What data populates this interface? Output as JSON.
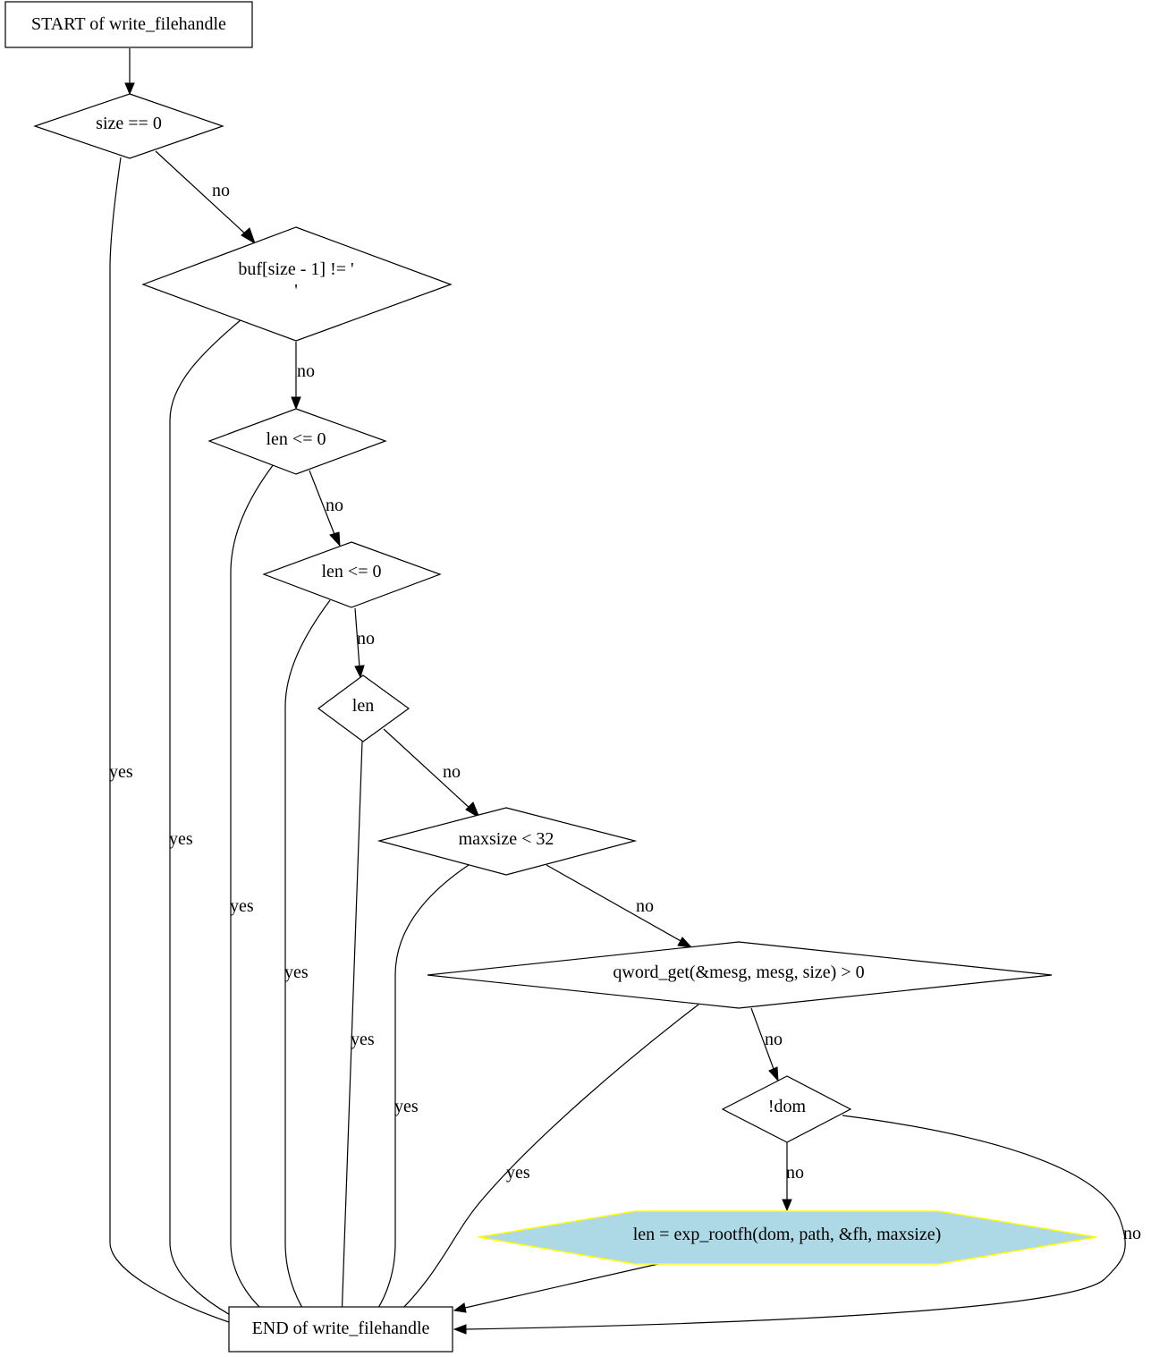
{
  "nodes": {
    "start": "START of write_filehandle",
    "size_check": "size == 0",
    "buf_check_line1": "buf[size - 1] != '",
    "buf_check_line2": "'",
    "len_check_1": "len <= 0",
    "len_check_2": "len <= 0",
    "len_check_3": "len",
    "maxsize_check": "maxsize < 32",
    "qword_check": "qword_get(&mesg, mesg, size) > 0",
    "dom_check": "!dom",
    "rootfh_action": "len = exp_rootfh(dom, path, &fh, maxsize)",
    "end": "END of write_filehandle"
  },
  "edges": {
    "start_to_size": "",
    "size_no": "no",
    "size_yes": "yes",
    "buf_no": "no",
    "buf_yes": "yes",
    "len1_no": "no",
    "len1_yes": "yes",
    "len2_no": "no",
    "len2_yes": "yes",
    "len3_no": "no",
    "len3_yes": "yes",
    "maxsize_no": "no",
    "maxsize_yes": "yes",
    "qword_no": "no",
    "qword_yes": "yes",
    "dom_no_action": "no",
    "dom_no_end": "no",
    "action_to_end": ""
  },
  "colors": {
    "action_fill": "#add8e6",
    "action_stroke": "#ffff00",
    "line": "#000000"
  }
}
